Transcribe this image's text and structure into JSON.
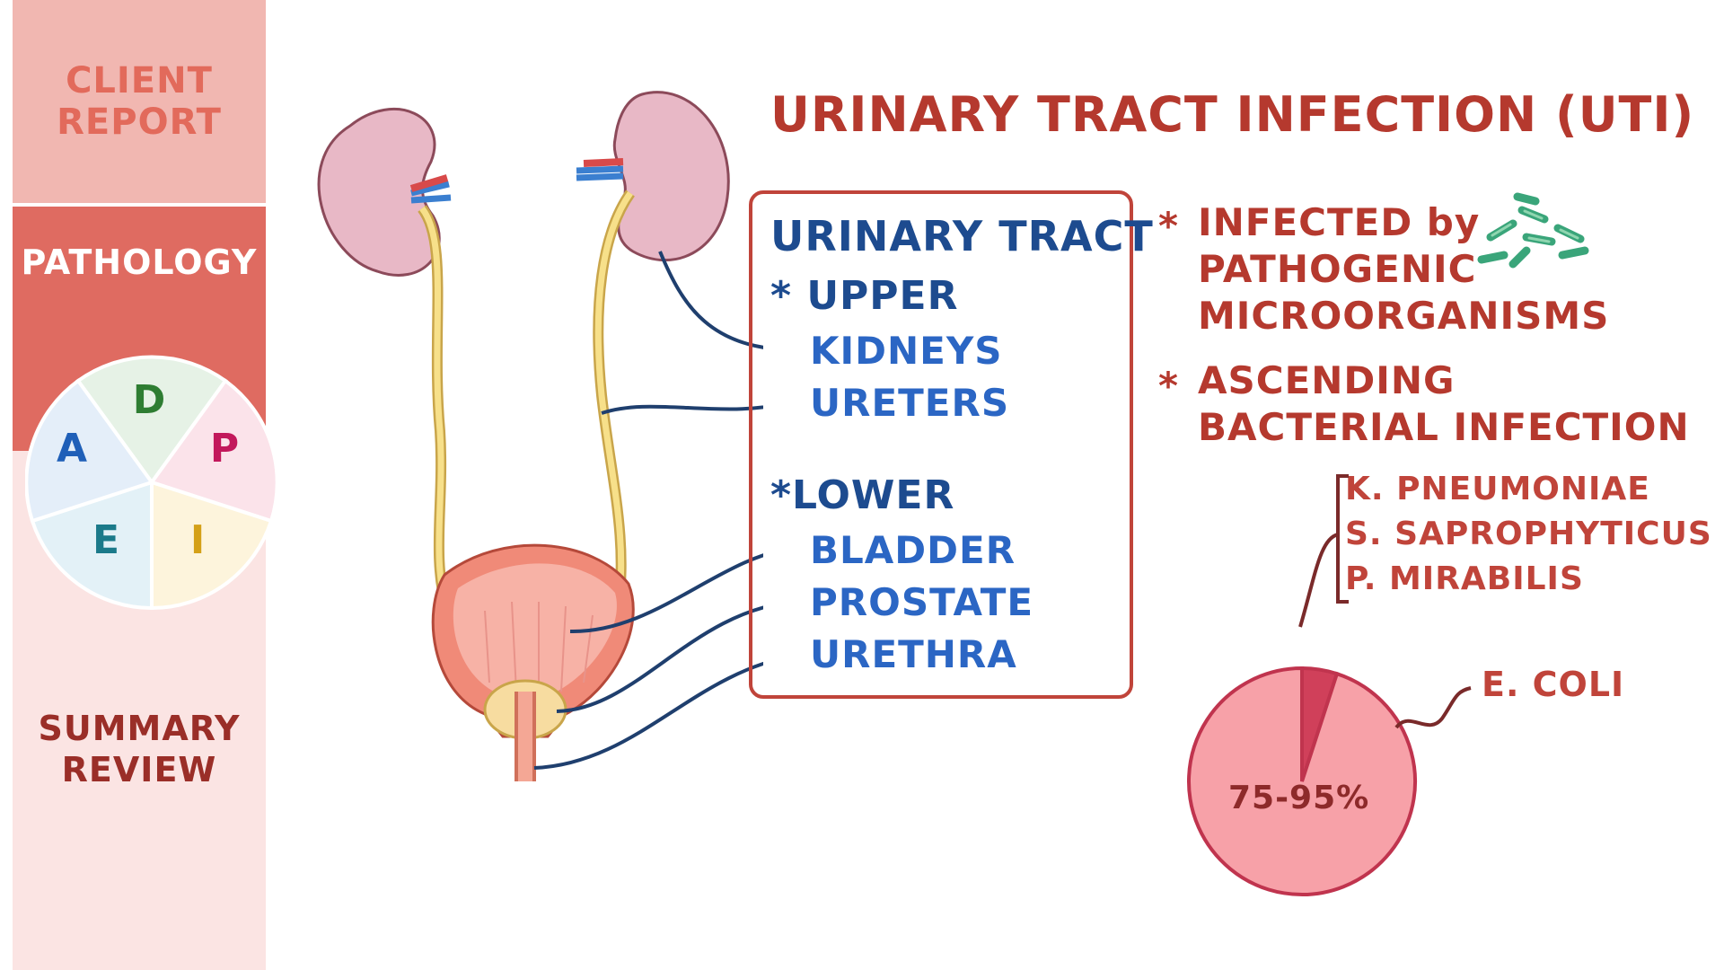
{
  "sidebar": {
    "client_report": [
      "CLIENT",
      "REPORT"
    ],
    "pathology": "PATHOLOGY",
    "adpie": {
      "letters": [
        "D",
        "P",
        "I",
        "E",
        "A"
      ],
      "colors": {
        "D": "#2e7d32",
        "P": "#c2185b",
        "I": "#d4a017",
        "E": "#1b7a8a",
        "A": "#1f5fb8"
      }
    },
    "summary_review": [
      "SUMMARY",
      "REVIEW"
    ]
  },
  "main": {
    "title": "URINARY TRACT INFECTION (UTI)",
    "urinary_tract": {
      "title": "URINARY TRACT",
      "upper_label": "* UPPER",
      "upper_items": [
        "KIDNEYS",
        "URETERS"
      ],
      "lower_label": "*LOWER",
      "lower_items": [
        "BLADDER",
        "PROSTATE",
        "URETHRA"
      ]
    },
    "notes": [
      {
        "star": "*",
        "lines": [
          "INFECTED by",
          "PATHOGENIC",
          "MICROORGANISMS"
        ]
      },
      {
        "star": "*",
        "lines": [
          "ASCENDING",
          "BACTERIAL INFECTION"
        ]
      }
    ],
    "organisms": [
      "K. PNEUMONIAE",
      "S. SAPROPHYTICUS",
      "P. MIRABILIS"
    ],
    "ecoli_label": "E. COLI",
    "pie_label": "75-95%"
  },
  "chart_data": {
    "type": "pie",
    "categories": [
      "E. COLI",
      "K. PNEUMONIAE / S. SAPROPHYTICUS / P. MIRABILIS"
    ],
    "values": [
      95,
      5
    ],
    "annotations": [
      "75-95%"
    ],
    "colors": [
      "#f7a1a8",
      "#d0405a"
    ]
  },
  "colors": {
    "accent_red": "#b5392e",
    "tract_blue": "#1f4f9e",
    "sidebar_pink": "#fbe4e3",
    "sidebar_active": "#df6b61"
  }
}
